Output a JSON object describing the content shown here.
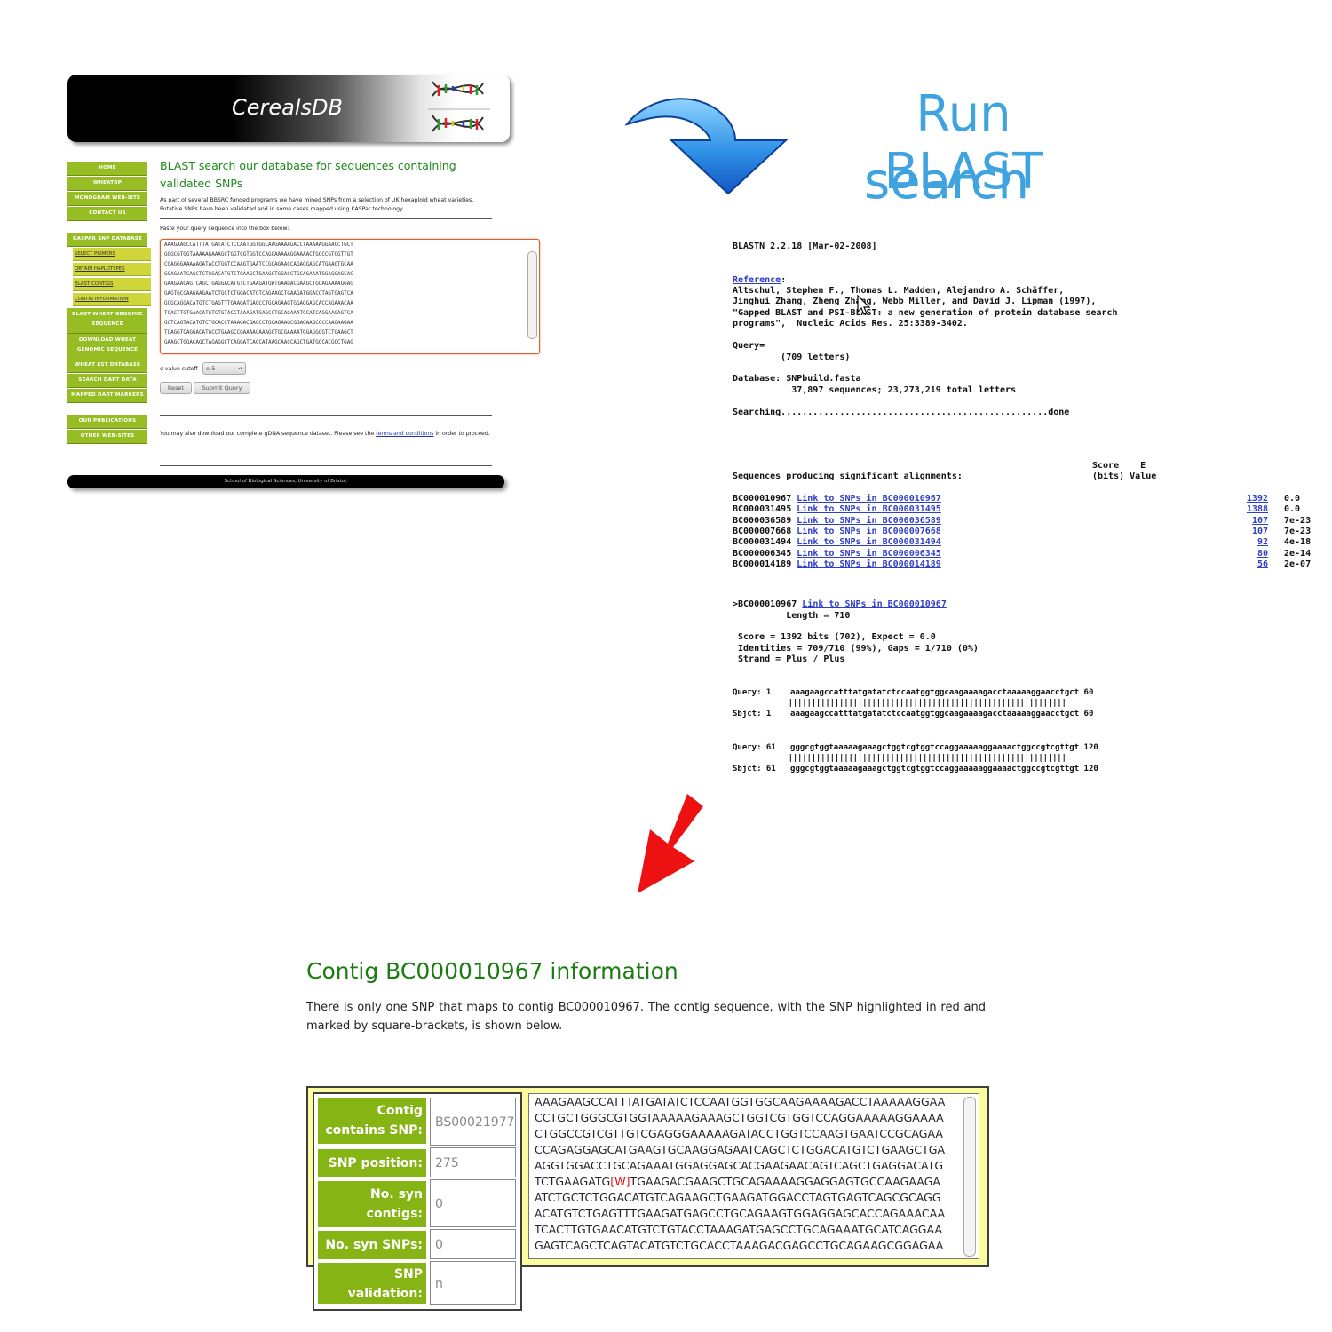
{
  "cerealsdb": {
    "banner_title": "CerealsDB",
    "nav": [
      "HOME",
      "WHEATBP",
      "MONOGRAM WEB-SITE",
      "CONTACT US"
    ],
    "nav_kaspar": "KASPAR SNP DATABASE",
    "subnav": [
      "SELECT PRIMERS",
      "OBTAIN HAPLOTYPES",
      "BLAST CONTIGS",
      "CONTIG INFORMATION"
    ],
    "nav_blast_genomic": "BLAST WHEAT GENOMIC SEQUENCE",
    "nav_download": "DOWNLOAD WHEAT GENOMIC SEQUENCE",
    "nav_est": "WHEAT EST DATABASE",
    "nav_dart": "SEARCH DART DATA",
    "nav_mapped": "MAPPED DART MARKERS",
    "nav_pubs": "OUR PUBLICATIONS",
    "nav_other": "OTHER WEB-SITES",
    "heading": "BLAST search our database for sequences containing validated SNPs",
    "intro": "As part of several BBSRC funded programs we have mined SNPs from a selection of UK hexaploid wheat varieties. Putative SNPs have been validated and in some cases mapped using KASPar technology.",
    "paste_label": "Paste your query sequence into the box below:",
    "query_lines": [
      "AAAGAAGCCATTTATGATATCTCCAATGGTGGCAAGAAAAGACCTAAAAAGGAACCTGCT",
      "GGGCGTGGTAAAAAGAAAGCTGGTCGTGGTCCAGGAAAAAGGAAAACTGGCCGTCGTTGT",
      "CGAGGGAAAAAGATACCTGGTCCAAGTGAATCCGCAGAACCAGAGGAGCATGAAGTGCAA",
      "GGAGAATCAGCTCTGGACATGTCTGAAGCTGAAGGTGGACCTGCAGAAATGGAGGAGCAC",
      "GAAGAACAGTCAGCTGAGGACATGTCTGAAGATGWTGAAGACGAAGCTGCAGAAAAGGAG",
      "GAGTGCCAAGAAGAATCTGCTCTGGACATGTCAGAAGCTGAAGATGGACCTAGTGAGTCA",
      "GCGCAGGACATGTCTGAGTTTGAAGATGAGCCTGCAGAAGTGGAGGAGCACCAGAAACAA",
      "TCACTTGTGAACATGTCTGTACCTAAAGATGAGCCTGCAGAAATGCATCAGGAAGAGTCA",
      "GCTCAGTACATGTCTGCACCTAAAGACGAGCCTGCAGAAGCGGAGAAGCCCCAAGAAGAA",
      "TCAGGTCAGGACATGCCTGAAGCCGAAAACAAAGCTGCGAAAATGGAGGCGTCTGAAGCT",
      "GAAGCTGGACAGCTAGAGGCTCAGGATCACCATAAGCAACCAGCTGATGGCACGCCTGAG"
    ],
    "evalue_label": "e-value cutoff",
    "evalue_value": "e-5",
    "reset_button": "Reset",
    "submit_button": "Submit Query",
    "download_text_before": "You may also download our complete gDNA sequence dataset. Please see the",
    "download_link": "terms and conditions",
    "download_text_after": "in order to proceed.",
    "footer": "School of Biological Sciences, University of Bristol."
  },
  "step_title": {
    "line1": "Run BLAST",
    "line2": "search"
  },
  "blast": {
    "version": "BLASTN 2.2.18 [Mar-02-2008]",
    "reference_label": "Reference",
    "ref_lines": [
      "Altschul, Stephen F., Thomas L. Madden, Alejandro A. Schäffer,",
      "Jinghui Zhang, Zheng Zhang, Webb Miller, and David J. Lipman (1997),",
      "\"Gapped BLAST and PSI-BLAST: a new generation of protein database search",
      "programs\",  Nucleic Acids Res. 25:3389-3402."
    ],
    "query_label": "Query=",
    "query_letters": "         (709 letters)",
    "database_line": "Database: SNPbuild.fasta",
    "database_stats": "           37,897 sequences; 23,273,219 total letters",
    "searching": "Searching..................................................done",
    "score_header1": "Score    E",
    "score_header2": "(bits) Value",
    "producing": "Sequences producing significant alignments:",
    "hits": [
      {
        "id": "BC000010967",
        "link": "Link to SNPs in BC000010967",
        "score": "1392",
        "e": "0.0"
      },
      {
        "id": "BC000031495",
        "link": "Link to SNPs in BC000031495",
        "score": "1388",
        "e": "0.0"
      },
      {
        "id": "BC000036589",
        "link": "Link to SNPs in BC000036589",
        "score": "107",
        "e": "7e-23"
      },
      {
        "id": "BC000007668",
        "link": "Link to SNPs in BC000007668",
        "score": "107",
        "e": "7e-23"
      },
      {
        "id": "BC000031494",
        "link": "Link to SNPs in BC000031494",
        "score": "92",
        "e": "4e-18"
      },
      {
        "id": "BC000006345",
        "link": "Link to SNPs in BC000006345",
        "score": "80",
        "e": "2e-14"
      },
      {
        "id": "BC000014189",
        "link": "Link to SNPs in BC000014189",
        "score": "56",
        "e": "2e-07"
      }
    ],
    "detail_id": ">BC000010967",
    "detail_link": "Link to SNPs in BC000010967",
    "length": "          Length = 710",
    "score_line": " Score = 1392 bits (702), Expect = 0.0",
    "identities_line": " Identities = 709/710 (99%), Gaps = 1/710 (0%)",
    "strand_line": " Strand = Plus / Plus",
    "alignments": [
      {
        "q": "Query: 1    aaagaagccatttatgatatctccaatggtggcaagaaaagacctaaaaaggaacctgct 60",
        "m": "            ||||||||||||||||||||||||||||||||||||||||||||||||||||||||||||",
        "s": "Sbjct: 1    aaagaagccatttatgatatctccaatggtggcaagaaaagacctaaaaaggaacctgct 60"
      },
      {
        "q": "Query: 61   gggcgtggtaaaaagaaagctggtcgtggtccaggaaaaaggaaaactggccgtcgttgt 120",
        "m": "            ||||||||||||||||||||||||||||||||||||||||||||||||||||||||||||",
        "s": "Sbjct: 61   gggcgtggtaaaaagaaagctggtcgtggtccaggaaaaaggaaaactggccgtcgttgt 120"
      }
    ]
  },
  "contig": {
    "title": "Contig BC000010967 information",
    "description": "There is only one SNP that maps to contig BC000010967. The contig sequence, with the SNP highlighted in red and marked by square-brackets, is shown below.",
    "fields": [
      {
        "label": "Contig contains SNP:",
        "value": "BS00021977"
      },
      {
        "label": "SNP position:",
        "value": "275"
      },
      {
        "label": "No. syn contigs:",
        "value": "0"
      },
      {
        "label": "No. syn SNPs:",
        "value": "0"
      },
      {
        "label": "SNP validation:",
        "value": "n"
      }
    ],
    "seq_lines": [
      "AAAGAAGCCATTTATGATATCTCCAATGGTGGCAAGAAAAGACCTAAAAAGGAA",
      "CCTGCTGGGCGTGGTAAAAAGAAAGCTGGTCGTGGTCCAGGAAAAAGGAAAA",
      "CTGGCCGTCGTTGTCGAGGGAAAAAGATACCTGGTCCAAGTGAATCCGCAGAA",
      "CCAGAGGAGCATGAAGTGCAAGGAGAATCAGCTCTGGACATGTCTGAAGCTGA",
      "AGGTGGACCTGCAGAAATGGAGGAGCACGAAGAACAGTCAGCTGAGGACATG",
      "ATCTGCTCTGGACATGTCAGAAGCTGAAGATGGACCTAGTGAGTCAGCGCAGG",
      "ACATGTCTGAGTTTGAAGATGAGCCTGCAGAAGTGGAGGAGCACCAGAAACAA",
      "TCACTTGTGAACATGTCTGTACCTAAAGATGAGCCTGCAGAAATGCATCAGGAA",
      "GAGTCAGCTCAGTACATGTCTGCACCTAAAGACGAGCCTGCAGAAGCGGAGAA"
    ],
    "snp_line_prefix": "TCTGAAGATG",
    "snp_allele": "[W]",
    "snp_line_suffix": "TGAAGACGAAGCTGCAGAAAAGGAGGAGTGCCAAGAAGA"
  },
  "colors": {
    "green_nav": "#96bd23",
    "blast_blue": "#3fa3e0",
    "contig_green": "#1b7d10",
    "snp_red": "#e01010",
    "arrow_red": "#ee1111"
  }
}
